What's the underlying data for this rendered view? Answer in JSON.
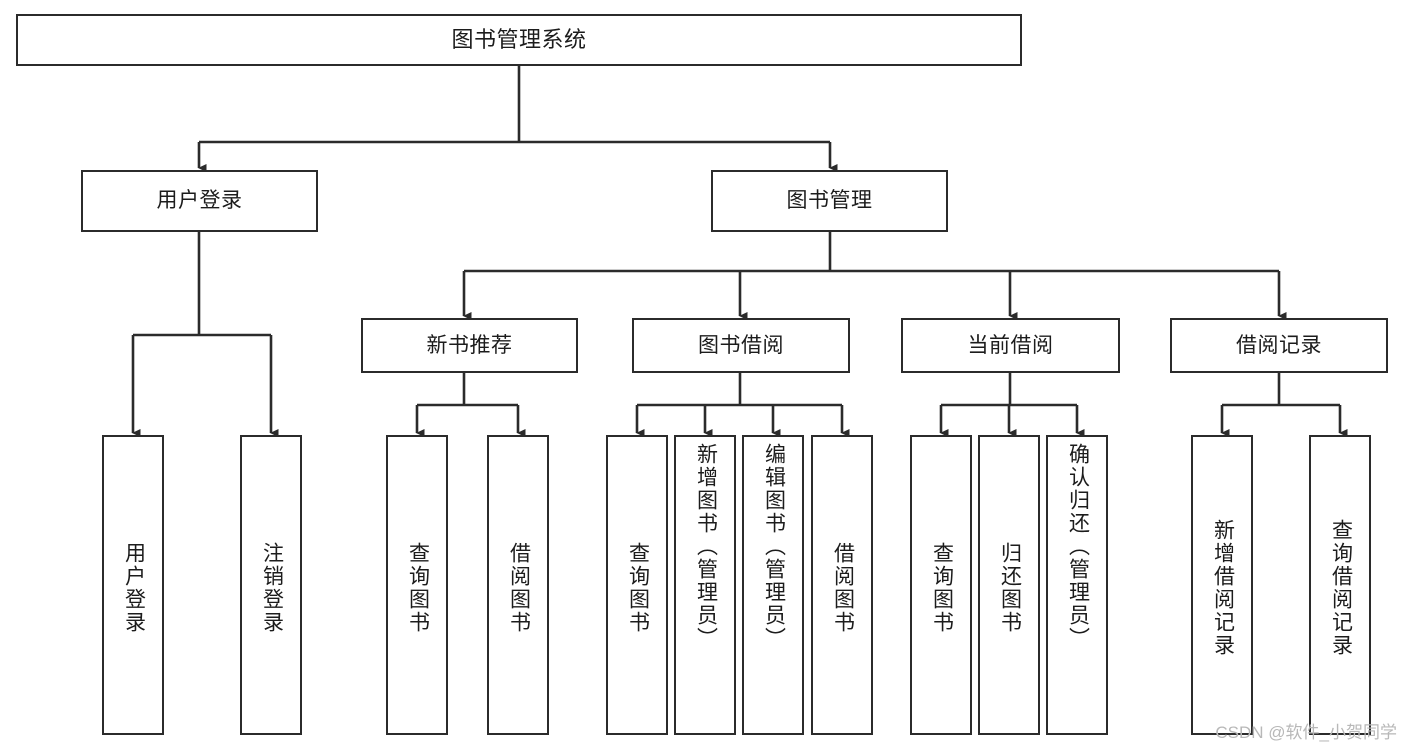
{
  "diagram": {
    "title": "图书管理系统",
    "type": "功能结构图",
    "style": {
      "box_border_color": "#2b2b2b",
      "box_fill_color": "#ffffff",
      "edge_color": "#2b2b2b",
      "text_color": "#1c1c1c",
      "background": "#ffffff",
      "watermark_color": "#b8b8b8"
    },
    "watermark": "CSDN @软件_小贺同学",
    "nodes": {
      "root": {
        "label": "图书管理系统"
      },
      "level2": [
        {
          "id": "user-login",
          "label": "用户登录"
        },
        {
          "id": "book-management",
          "label": "图书管理"
        }
      ],
      "level3": [
        {
          "id": "new-book-recommend",
          "label": "新书推荐"
        },
        {
          "id": "book-borrow",
          "label": "图书借阅"
        },
        {
          "id": "current-borrow",
          "label": "当前借阅"
        },
        {
          "id": "borrow-record",
          "label": "借阅记录"
        }
      ],
      "leaves": [
        {
          "id": "leaf-user-login",
          "label": "用户登录",
          "parent": "user-login"
        },
        {
          "id": "leaf-logout-login",
          "label": "注销登录",
          "parent": "user-login"
        },
        {
          "id": "leaf-query-book-1",
          "label": "查询图书",
          "parent": "new-book-recommend"
        },
        {
          "id": "leaf-borrow-book-1",
          "label": "借阅图书",
          "parent": "new-book-recommend"
        },
        {
          "id": "leaf-query-book-2",
          "label": "查询图书",
          "parent": "book-borrow"
        },
        {
          "id": "leaf-add-book",
          "label": "新增图书（管理员）",
          "parent": "book-borrow"
        },
        {
          "id": "leaf-edit-book",
          "label": "编辑图书（管理员）",
          "parent": "book-borrow"
        },
        {
          "id": "leaf-borrow-book-2",
          "label": "借阅图书",
          "parent": "book-borrow"
        },
        {
          "id": "leaf-query-book-3",
          "label": "查询图书",
          "parent": "current-borrow"
        },
        {
          "id": "leaf-return-book",
          "label": "归还图书",
          "parent": "current-borrow"
        },
        {
          "id": "leaf-confirm-return",
          "label": "确认归还（管理员）",
          "parent": "current-borrow"
        },
        {
          "id": "leaf-add-record",
          "label": "新增借阅记录",
          "parent": "borrow-record"
        },
        {
          "id": "leaf-query-record",
          "label": "查询借阅记录",
          "parent": "borrow-record"
        }
      ]
    }
  }
}
